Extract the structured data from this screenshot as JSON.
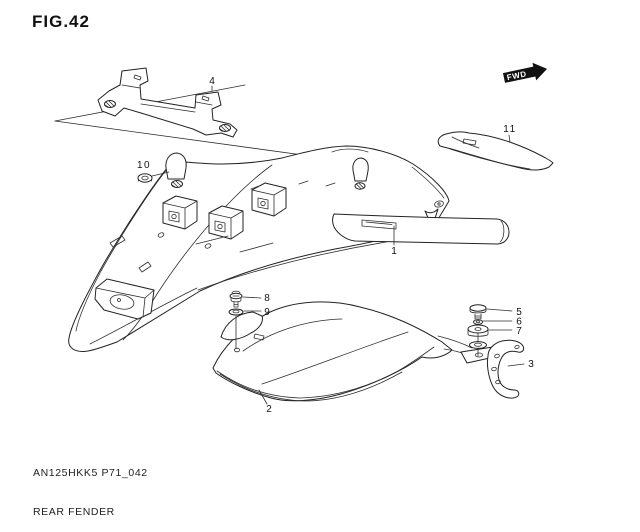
{
  "figure": {
    "title": "FIG.42",
    "code": "AN125HKK5 P71_042",
    "name": "REAR FENDER"
  },
  "direction_indicator": {
    "label": "FWD"
  },
  "colors": {
    "ink": "#232323",
    "background": "#ffffff",
    "fwd_fill": "#111111",
    "fwd_text": "#ffffff"
  },
  "callouts": [
    {
      "number": "1"
    },
    {
      "number": "2"
    },
    {
      "number": "3"
    },
    {
      "number": "4"
    },
    {
      "number": "5"
    },
    {
      "number": "6"
    },
    {
      "number": "7"
    },
    {
      "number": "8"
    },
    {
      "number": "9"
    },
    {
      "number": "10"
    },
    {
      "number": "11"
    }
  ]
}
